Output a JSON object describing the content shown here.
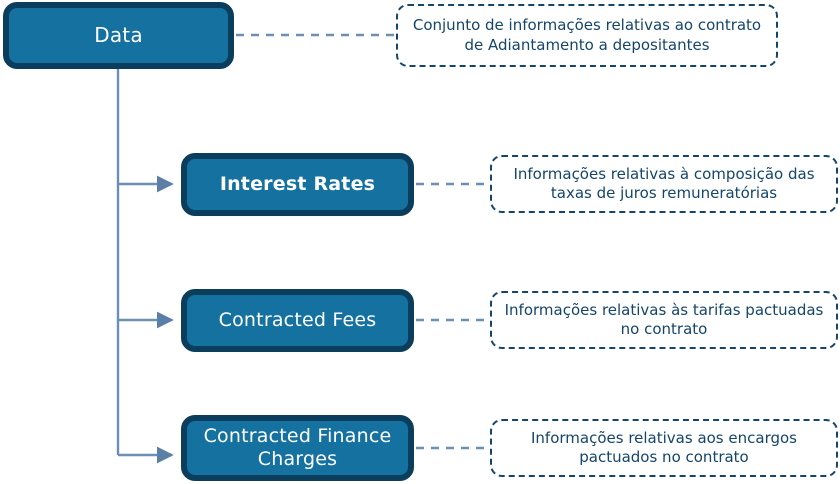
{
  "diagram": {
    "type": "tree",
    "root": {
      "label": "Data",
      "note": "Conjunto de informações relativas ao contrato de Adiantamento a depositantes"
    },
    "children": [
      {
        "label": "Interest Rates",
        "bold": true,
        "note": "Informações relativas à composição das taxas de juros remuneratórias"
      },
      {
        "label": "Contracted Fees",
        "bold": false,
        "note": "Informações relativas às tarifas pactuadas no contrato"
      },
      {
        "label": "Contracted Finance Charges",
        "bold": false,
        "note": "Informações relativas aos encargos pactuados no contrato"
      }
    ],
    "colors": {
      "node_fill": "#1471A0",
      "node_border": "#0B3D5C",
      "node_text": "#FFFFFF",
      "note_border": "#14456B",
      "note_text": "#14456B",
      "connector": "#6B8FB5",
      "background": "#FFFFFF"
    }
  }
}
